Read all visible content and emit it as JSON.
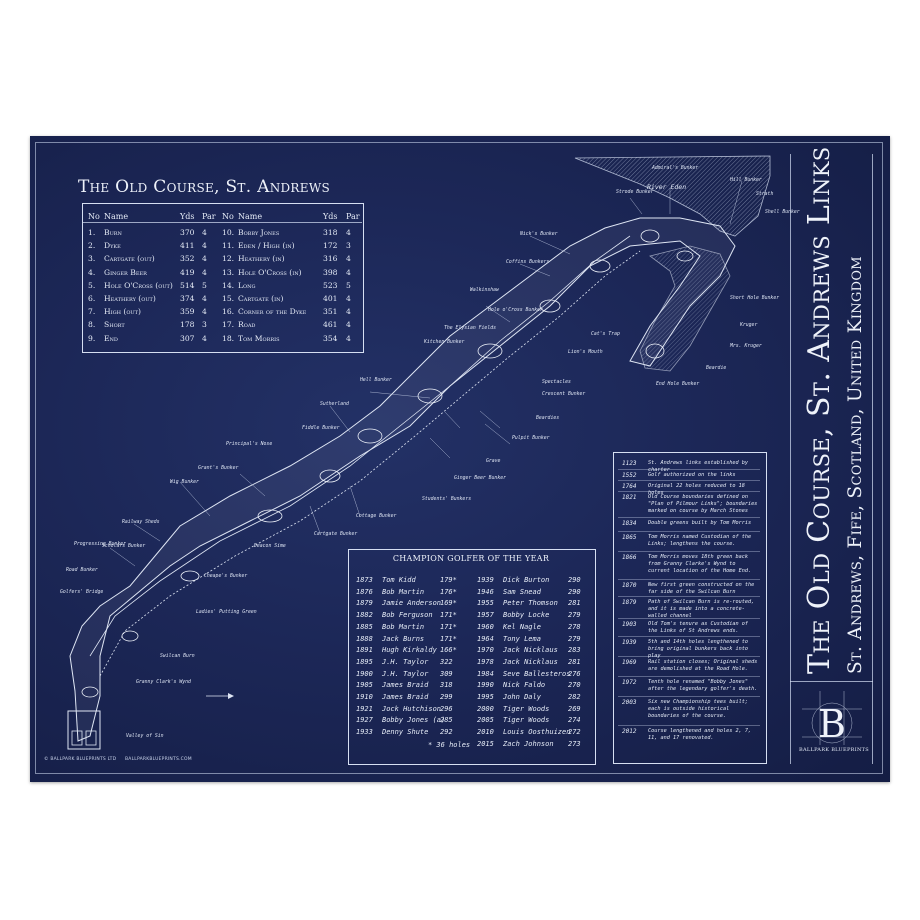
{
  "course": {
    "title": "The Old Course, St. Andrews",
    "headers": {
      "no": "No",
      "name": "Name",
      "yds": "Yds",
      "par": "Par"
    },
    "holes": [
      {
        "no": "1.",
        "name": "Burn",
        "yds": "370",
        "par": "4"
      },
      {
        "no": "2.",
        "name": "Dyke",
        "yds": "411",
        "par": "4"
      },
      {
        "no": "3.",
        "name": "Cartgate (out)",
        "yds": "352",
        "par": "4"
      },
      {
        "no": "4.",
        "name": "Ginger Beer",
        "yds": "419",
        "par": "4"
      },
      {
        "no": "5.",
        "name": "Hole O'Cross (out)",
        "yds": "514",
        "par": "5"
      },
      {
        "no": "6.",
        "name": "Heathery (out)",
        "yds": "374",
        "par": "4"
      },
      {
        "no": "7.",
        "name": "High (out)",
        "yds": "359",
        "par": "4"
      },
      {
        "no": "8.",
        "name": "Short",
        "yds": "178",
        "par": "3"
      },
      {
        "no": "9.",
        "name": "End",
        "yds": "307",
        "par": "4"
      },
      {
        "no": "10.",
        "name": "Bobby Jones",
        "yds": "318",
        "par": "4"
      },
      {
        "no": "11.",
        "name": "Eden / High (in)",
        "yds": "172",
        "par": "3"
      },
      {
        "no": "12.",
        "name": "Heathery (in)",
        "yds": "316",
        "par": "4"
      },
      {
        "no": "13.",
        "name": "Hole O'Cross (in)",
        "yds": "398",
        "par": "4"
      },
      {
        "no": "14.",
        "name": "Long",
        "yds": "523",
        "par": "5"
      },
      {
        "no": "15.",
        "name": "Cartgate (in)",
        "yds": "401",
        "par": "4"
      },
      {
        "no": "16.",
        "name": "Corner of the Dyke",
        "yds": "351",
        "par": "4"
      },
      {
        "no": "17.",
        "name": "Road",
        "yds": "461",
        "par": "4"
      },
      {
        "no": "18.",
        "name": "Tom Morris",
        "yds": "354",
        "par": "4"
      }
    ]
  },
  "champions": {
    "title": "CHAMPION GOLFER OF THE YEAR",
    "left": [
      {
        "year": "1873",
        "name": "Tom Kidd",
        "score": "179*"
      },
      {
        "year": "1876",
        "name": "Bob Martin",
        "score": "176*"
      },
      {
        "year": "1879",
        "name": "Jamie Anderson",
        "score": "169*"
      },
      {
        "year": "1882",
        "name": "Bob Ferguson",
        "score": "171*"
      },
      {
        "year": "1885",
        "name": "Bob Martin",
        "score": "171*"
      },
      {
        "year": "1888",
        "name": "Jack Burns",
        "score": "171*"
      },
      {
        "year": "1891",
        "name": "Hugh Kirkaldy",
        "score": "166*"
      },
      {
        "year": "1895",
        "name": "J.H. Taylor",
        "score": "322"
      },
      {
        "year": "1900",
        "name": "J.H. Taylor",
        "score": "309"
      },
      {
        "year": "1905",
        "name": "James Braid",
        "score": "318"
      },
      {
        "year": "1910",
        "name": "James Braid",
        "score": "299"
      },
      {
        "year": "1921",
        "name": "Jock Hutchison",
        "score": "296"
      },
      {
        "year": "1927",
        "name": "Bobby Jones (a)",
        "score": "285"
      },
      {
        "year": "1933",
        "name": "Denny Shute",
        "score": "292"
      }
    ],
    "right": [
      {
        "year": "1939",
        "name": "Dick Burton",
        "score": "290"
      },
      {
        "year": "1946",
        "name": "Sam Snead",
        "score": "290"
      },
      {
        "year": "1955",
        "name": "Peter Thomson",
        "score": "281"
      },
      {
        "year": "1957",
        "name": "Bobby Locke",
        "score": "279"
      },
      {
        "year": "1960",
        "name": "Kel Nagle",
        "score": "278"
      },
      {
        "year": "1964",
        "name": "Tony Lema",
        "score": "279"
      },
      {
        "year": "1970",
        "name": "Jack Nicklaus",
        "score": "283"
      },
      {
        "year": "1978",
        "name": "Jack Nicklaus",
        "score": "281"
      },
      {
        "year": "1984",
        "name": "Seve Ballesteros",
        "score": "276"
      },
      {
        "year": "1990",
        "name": "Nick Faldo",
        "score": "270"
      },
      {
        "year": "1995",
        "name": "John Daly",
        "score": "282"
      },
      {
        "year": "2000",
        "name": "Tiger Woods",
        "score": "269"
      },
      {
        "year": "2005",
        "name": "Tiger Woods",
        "score": "274"
      },
      {
        "year": "2010",
        "name": "Louis Oosthuizen",
        "score": "272"
      },
      {
        "year": "2015",
        "name": "Zach Johnson",
        "score": "273"
      }
    ],
    "footnote": "* 36 holes"
  },
  "timeline": [
    {
      "year": "1123",
      "text": "St. Andrews links established by charter"
    },
    {
      "year": "1552",
      "text": "Golf authorized on the links"
    },
    {
      "year": "1764",
      "text": "Original 22 holes reduced to 18 holes"
    },
    {
      "year": "1821",
      "text": "Old Course boundaries defined on \"Plan of Pilmour Links\"; boundaries marked on course by March Stones"
    },
    {
      "year": "1834",
      "text": "Double greens built by Tom Morris"
    },
    {
      "year": "1865",
      "text": "Tom Morris named Custodian of the Links; lengthens the course."
    },
    {
      "year": "1866",
      "text": "Tom Morris moves 18th green back from Granny Clarke's Wynd to current location of the Home End."
    },
    {
      "year": "1870",
      "text": "New first green constructed on the far side of the Swilcan Burn"
    },
    {
      "year": "1879",
      "text": "Path of Swilcan Burn is re-routed, and it is made into a concrete-walled channel"
    },
    {
      "year": "1903",
      "text": "Old Tom's tenure as Custodian of the Links of St Andrews ends."
    },
    {
      "year": "1939",
      "text": "5th and 14th holes lengthened to bring original bunkers back into play"
    },
    {
      "year": "1969",
      "text": "Rail station closes; Original sheds are demolished at the Road Hole."
    },
    {
      "year": "1972",
      "text": "Tenth hole renamed \"Bobby Jones\" after the legendary golfer's death."
    },
    {
      "year": "2003",
      "text": "Six new Championship tees built; each is outside historical boundaries of the course."
    },
    {
      "year": "2012",
      "text": "Course lengthened and holes 2, 7, 11, and 17 renovated."
    }
  ],
  "side_title": {
    "main": "The Old Course, St. Andrews Links",
    "sub": "St. Andrews, Fife, Scotland, United Kingdom"
  },
  "brand": "BALLPARK BLUEPRINTS",
  "logo_letter": "B",
  "footer": {
    "copyright": "© BALLPARK BLUEPRINTS LTD",
    "url": "BALLPARKBLUEPRINTS.COM"
  },
  "map_labels": {
    "river_eden": "River Eden",
    "admirals": "Admiral's Bunker",
    "hill": "Hill Bunker",
    "strath": "Strath",
    "shell": "Shell Bunker",
    "strode": "Strode Bunker",
    "nicks": "Nick's Bunker",
    "coffins": "Coffins Bunkers",
    "walkinshaw": "Walkinshaw",
    "hole_o_cross": "Hole o'Cross Bunker",
    "elysian": "The Elysian Fields",
    "kitchen": "Kitchen Bunker",
    "cats_trap": "Cat's Trap",
    "lions_mouth": "Lion's Mouth",
    "short_hole": "Short Hole Bunker",
    "kruger": "Kruger",
    "mrs_kruger": "Mrs. Kruger",
    "end_hole": "End Hole Bunker",
    "beardie": "Beardie",
    "hell": "Hell Bunker",
    "spectacles": "Spectacles",
    "crescent": "Crescent Bunker",
    "beardies": "Beardies",
    "pulpit": "Pulpit Bunker",
    "sutherland": "Sutherland",
    "grave": "Grave",
    "ginger_beer": "Ginger Beer Bunker",
    "students": "Students' Bunkers",
    "cottage": "Cottage Bunker",
    "cartgate": "Cartgate Bunker",
    "principals": "Principal's Nose",
    "grants": "Grant's Bunker",
    "deacon": "Deacon Sime",
    "wig": "Wig Bunker",
    "railway": "Railway Sheds",
    "progressing": "Progressing Bunker",
    "scholars": "Scholars Bunker",
    "road": "Road Bunker",
    "golfers_bridge": "Golfers' Bridge",
    "ladies": "Ladies' Putting Green",
    "swilcan": "Swilcan Burn",
    "granny": "Granny Clark's Wynd",
    "valley": "Valley of Sin",
    "cheape": "Cheape's Bunker",
    "fiddle": "Fiddle Bunker"
  },
  "colors": {
    "background": "#1c2757",
    "ink": "#e6ecf7"
  }
}
